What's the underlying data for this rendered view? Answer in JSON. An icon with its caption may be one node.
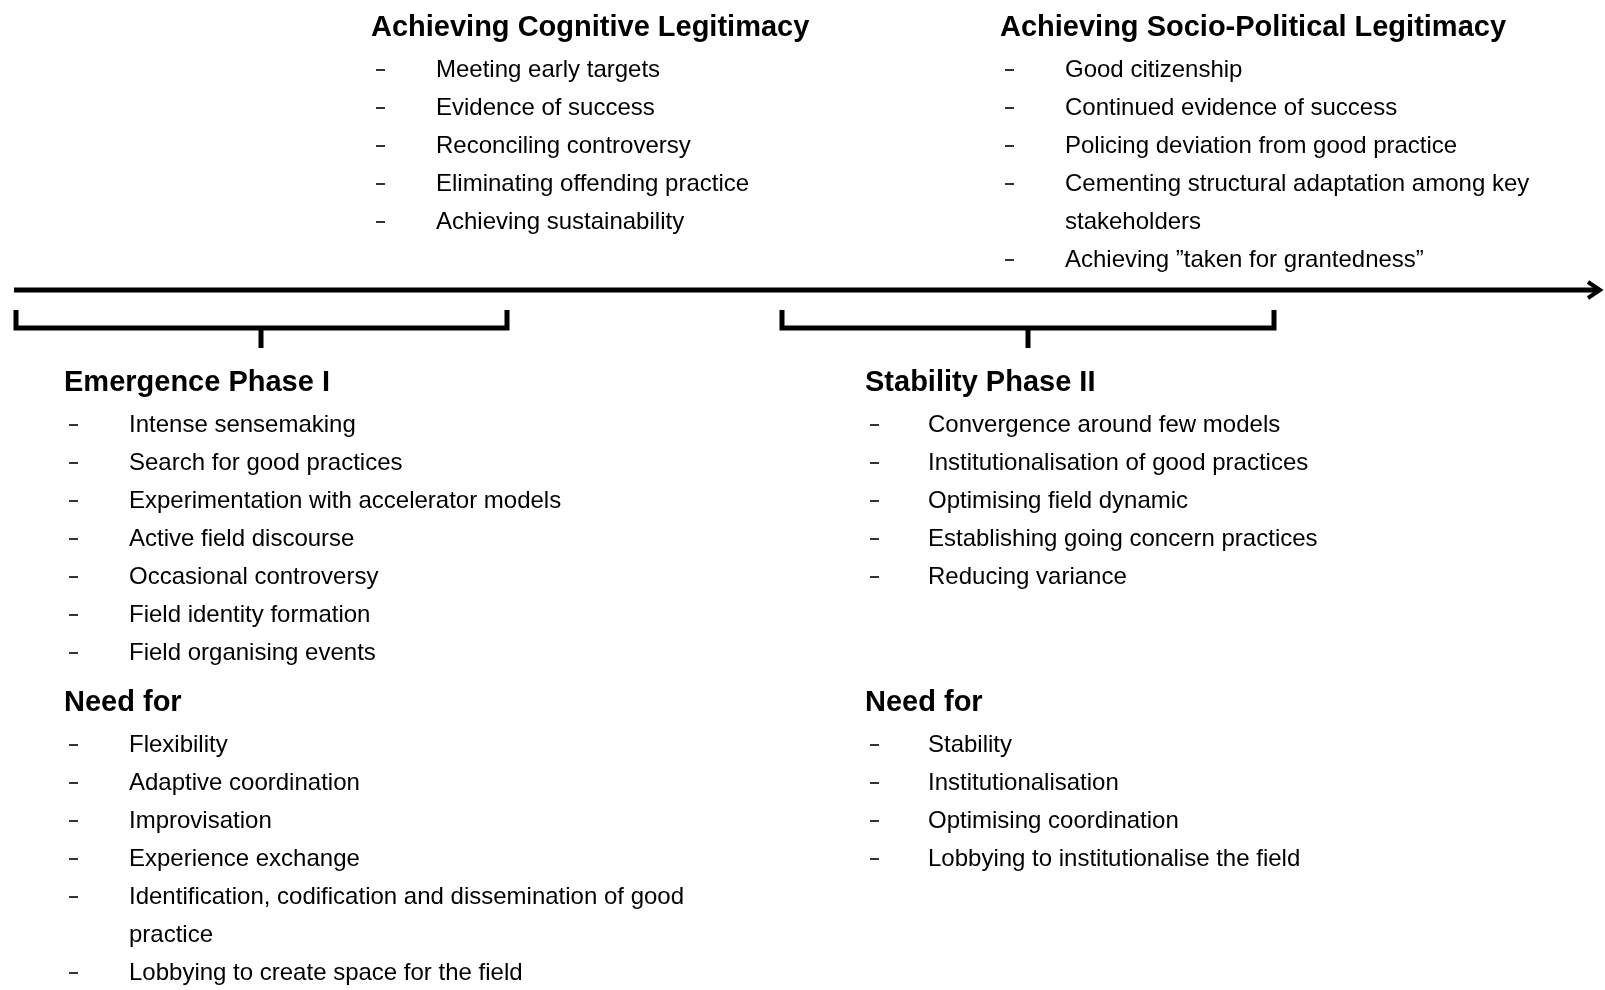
{
  "diagram": {
    "labels": [
      "Achieving Cognitive Legitimacy",
      "Meeting early targets",
      "Evidence of success",
      "Reconciling controversy",
      "Eliminating offending practice",
      "Achieving sustainability",
      "Achieving Socio-Political Legitimacy",
      "Good citizenship",
      "Continued evidence of success",
      "Policing deviation from good practice",
      "Cementing structural adaptation among key stakeholders",
      "Achieving ”taken for grantedness”",
      "Emergence Phase I",
      "Intense sensemaking",
      "Search for good practices",
      "Experimentation with accelerator models",
      "Active field discourse",
      "Occasional controversy",
      "Field identity formation",
      "Field organising events",
      "Need for",
      "Flexibility",
      "Adaptive coordination",
      "Improvisation",
      "Experience exchange",
      "Identification, codification and dissemination of good practice",
      "Lobbying to create space for the field",
      "Stability Phase II",
      "Convergence around few models",
      "Institutionalisation of good practices",
      "Optimising field dynamic",
      "Establishing going concern practices",
      "Reducing variance",
      "Need for",
      "Stability",
      "Institutionalisation",
      "Optimising coordination",
      "Lobbying to institutionalise the field"
    ]
  }
}
